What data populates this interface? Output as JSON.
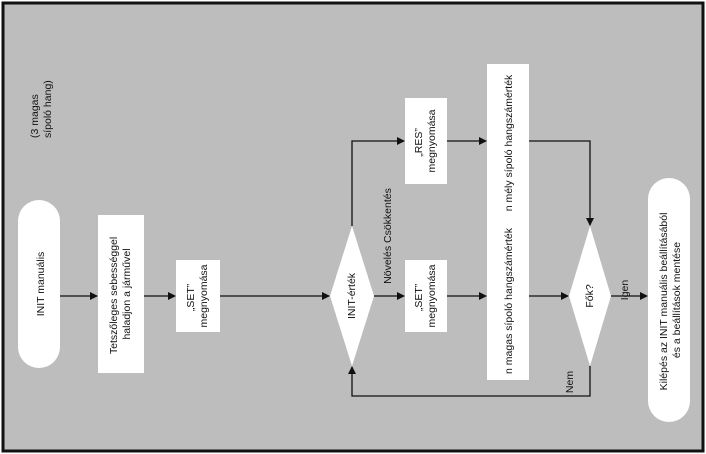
{
  "note": [
    "(3 magas",
    "sípoló hang)"
  ],
  "nodes": {
    "start": [
      "INIT manuális"
    ],
    "drive": [
      "Tetszőleges sebességgel",
      "haladjon a járművel"
    ],
    "set1": [
      "„SET”",
      "megnyomása"
    ],
    "decision": [
      "INIT-érték"
    ],
    "set2": [
      "„SET”",
      "megnyomása"
    ],
    "res": [
      "„RES”",
      "megnyomása"
    ],
    "high_beeps": [
      "n magas sípoló hangszámérték"
    ],
    "low_beeps": [
      "n mély sípoló hangszámérték"
    ],
    "ok": [
      "Fők?"
    ],
    "exit": [
      "Kilépés az INIT manuális beállításából",
      "és a beállítások mentése"
    ]
  },
  "edge_labels": {
    "increase_decrease": "Növelés Csökkentés",
    "yes": "Igen",
    "no": "Nem"
  }
}
